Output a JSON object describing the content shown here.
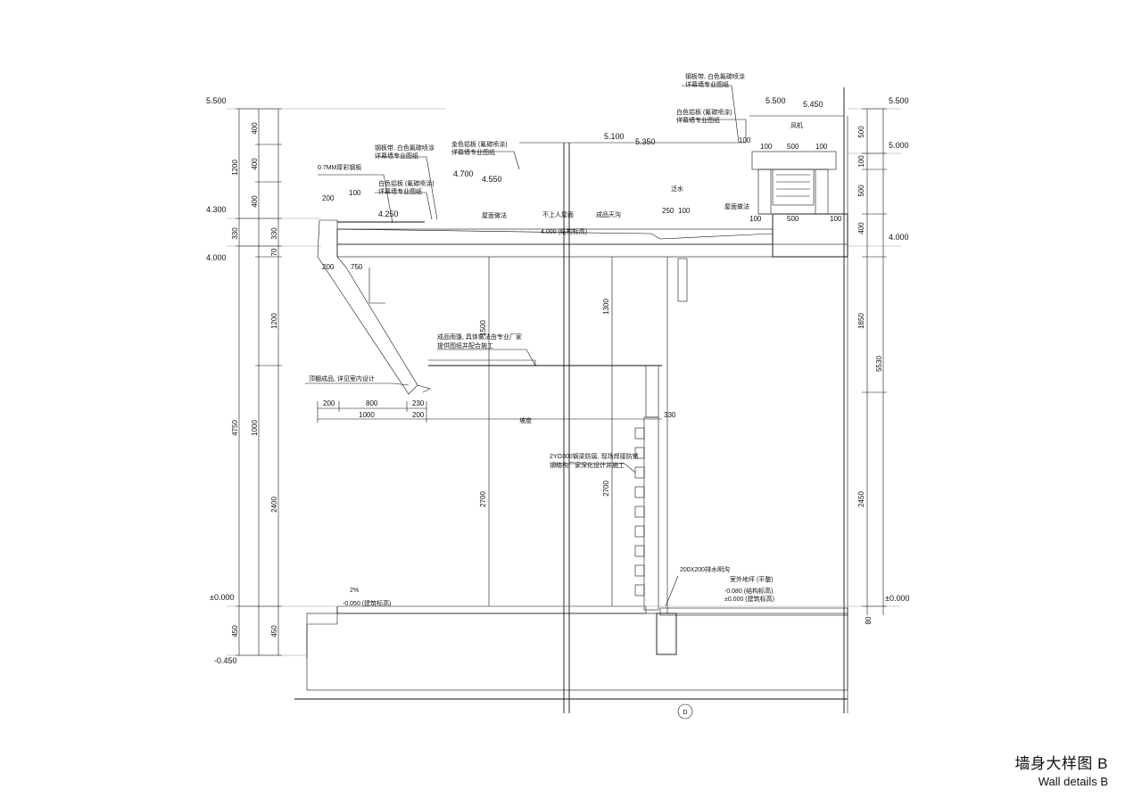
{
  "caption": {
    "title_cn": "墙身大样图 B",
    "title_en": "Wall details B"
  },
  "levels": {
    "l5500": "5.500",
    "l4300": "4.300",
    "l4000": "4.000",
    "l0000": "±0.000",
    "l_0450": "-0.450",
    "r5500": "5.500",
    "r5000": "5.000",
    "r4000": "4.000",
    "r0000": "±0.000",
    "t5500": "5.500",
    "t5450": "5.450",
    "t5100": "5.100",
    "t5350": "5.350",
    "t4700": "4.700",
    "t4550": "4.550",
    "t4250": "4.250",
    "t4000": "4.000 (结构标高)",
    "t_0050": "-0.050 (建筑标高)",
    "t_0080": "-0.080 (结构标高)",
    "t_0000b": "±0.000 (建筑标高)"
  },
  "dims_left_outer": {
    "d1200": "1200",
    "d330": "330",
    "d4750": "4750",
    "d450": "450"
  },
  "dims_left_inner": {
    "d400a": "400",
    "d400b": "400",
    "d400c": "400",
    "d330": "330",
    "d70": "70",
    "d1200": "1200",
    "d1000": "1000",
    "d2400": "2400",
    "d450": "450"
  },
  "dims_right": {
    "d500a": "500",
    "d100": "100",
    "d500b": "500",
    "d400": "400",
    "d1850": "1850",
    "d5530": "5530",
    "d2450": "2450",
    "d80": "80"
  },
  "dims_roof": {
    "d200": "200",
    "d100": "100",
    "d200b": "200",
    "d750": "750",
    "d250": "250",
    "d100b": "100",
    "d100c": "100",
    "d500a": "500",
    "d100d": "100",
    "d100e": "100",
    "d500b": "500",
    "d100f": "100",
    "d100g": "100"
  },
  "dims_canopy": {
    "d200": "200",
    "d800": "800",
    "d230": "230",
    "d1000": "1000",
    "d200b": "200",
    "d330": "330"
  },
  "dims_vertical": {
    "d1500": "1500",
    "d1300": "1300",
    "d2700a": "2700",
    "d2700b": "2700"
  },
  "notes": {
    "n1": "钢板带, 白色氟碳喷涂",
    "n1b": "详幕墙专业图纸",
    "n2": "白色铝板 (氟碳喷涂)",
    "n2b": "详幕墙专业图纸",
    "n3": "0.7MM厚彩钢板",
    "n4": "钢板带, 白色氟碳喷涂",
    "n4b": "详幕墙专业图纸",
    "n5": "白色铝板 (氟碳喷涂)",
    "n5b": "详幕墙专业图纸",
    "n6": "金色铝板 (氟碳喷涂)",
    "n6b": "详幕墙专业图纸",
    "n7": "屋面做法",
    "n8": "不上人屋面",
    "n9": "成品天沟",
    "n10": "泛水",
    "n11": "屋面做法",
    "n12": "风机",
    "n13": "成品雨篷, 具体做法由专业厂家",
    "n13b": "提供图纸并配合施工",
    "n14": "顶棚成品, 详见室内设计",
    "n15": "2YO300钢梁防腐, 现场焊接防锈",
    "n15b": "钢结构厂家深化设计并施工",
    "n16": "200X200排水明沟",
    "n17": "室外地坪 (平整)",
    "n18": "坡度",
    "n19": "2%"
  },
  "axis": {
    "label": "D"
  },
  "colors": {
    "line": "#111111",
    "background": "#ffffff",
    "hatch": "#222222"
  }
}
